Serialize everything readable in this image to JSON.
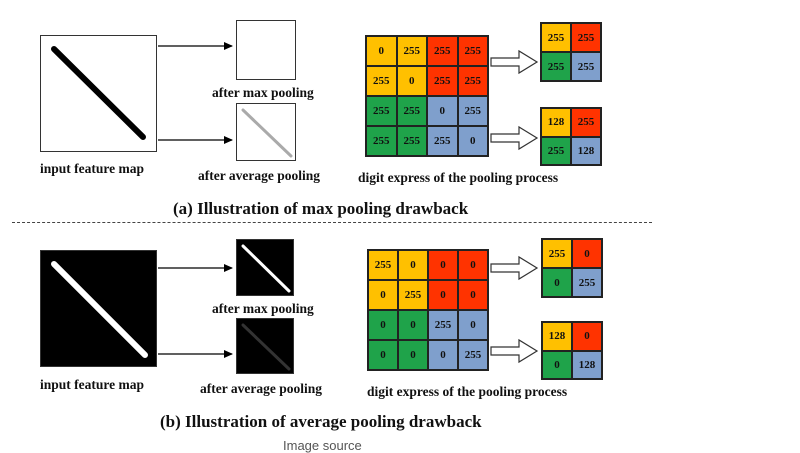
{
  "colors": {
    "yellow": "#FFC000",
    "red": "#FF3300",
    "green": "#1FA34A",
    "blue": "#7F9FCC"
  },
  "panel_a": {
    "input_label": "input feature map",
    "max_label": "after max pooling",
    "avg_label": "after average pooling",
    "grid_label": "digit express of the pooling process",
    "caption": "(a) Illustration of max pooling drawback",
    "grid4": [
      [
        {
          "v": "0",
          "c": "yellow"
        },
        {
          "v": "255",
          "c": "yellow"
        },
        {
          "v": "255",
          "c": "red"
        },
        {
          "v": "255",
          "c": "red"
        }
      ],
      [
        {
          "v": "255",
          "c": "yellow"
        },
        {
          "v": "0",
          "c": "yellow"
        },
        {
          "v": "255",
          "c": "red"
        },
        {
          "v": "255",
          "c": "red"
        }
      ],
      [
        {
          "v": "255",
          "c": "green"
        },
        {
          "v": "255",
          "c": "green"
        },
        {
          "v": "0",
          "c": "blue"
        },
        {
          "v": "255",
          "c": "blue"
        }
      ],
      [
        {
          "v": "255",
          "c": "green"
        },
        {
          "v": "255",
          "c": "green"
        },
        {
          "v": "255",
          "c": "blue"
        },
        {
          "v": "0",
          "c": "blue"
        }
      ]
    ],
    "max_out": [
      [
        {
          "v": "255",
          "c": "yellow"
        },
        {
          "v": "255",
          "c": "red"
        }
      ],
      [
        {
          "v": "255",
          "c": "green"
        },
        {
          "v": "255",
          "c": "blue"
        }
      ]
    ],
    "avg_out": [
      [
        {
          "v": "128",
          "c": "yellow"
        },
        {
          "v": "255",
          "c": "red"
        }
      ],
      [
        {
          "v": "255",
          "c": "green"
        },
        {
          "v": "128",
          "c": "blue"
        }
      ]
    ]
  },
  "panel_b": {
    "input_label": "input feature map",
    "max_label": "after max pooling",
    "avg_label": "after average pooling",
    "grid_label": "digit express of the pooling process",
    "caption": "(b) Illustration of average pooling drawback",
    "grid4": [
      [
        {
          "v": "255",
          "c": "yellow"
        },
        {
          "v": "0",
          "c": "yellow"
        },
        {
          "v": "0",
          "c": "red"
        },
        {
          "v": "0",
          "c": "red"
        }
      ],
      [
        {
          "v": "0",
          "c": "yellow"
        },
        {
          "v": "255",
          "c": "yellow"
        },
        {
          "v": "0",
          "c": "red"
        },
        {
          "v": "0",
          "c": "red"
        }
      ],
      [
        {
          "v": "0",
          "c": "green"
        },
        {
          "v": "0",
          "c": "green"
        },
        {
          "v": "255",
          "c": "blue"
        },
        {
          "v": "0",
          "c": "blue"
        }
      ],
      [
        {
          "v": "0",
          "c": "green"
        },
        {
          "v": "0",
          "c": "green"
        },
        {
          "v": "0",
          "c": "blue"
        },
        {
          "v": "255",
          "c": "blue"
        }
      ]
    ],
    "max_out": [
      [
        {
          "v": "255",
          "c": "yellow"
        },
        {
          "v": "0",
          "c": "red"
        }
      ],
      [
        {
          "v": "0",
          "c": "green"
        },
        {
          "v": "255",
          "c": "blue"
        }
      ]
    ],
    "avg_out": [
      [
        {
          "v": "128",
          "c": "yellow"
        },
        {
          "v": "0",
          "c": "red"
        }
      ],
      [
        {
          "v": "0",
          "c": "green"
        },
        {
          "v": "128",
          "c": "blue"
        }
      ]
    ]
  },
  "source_text": "Image source"
}
